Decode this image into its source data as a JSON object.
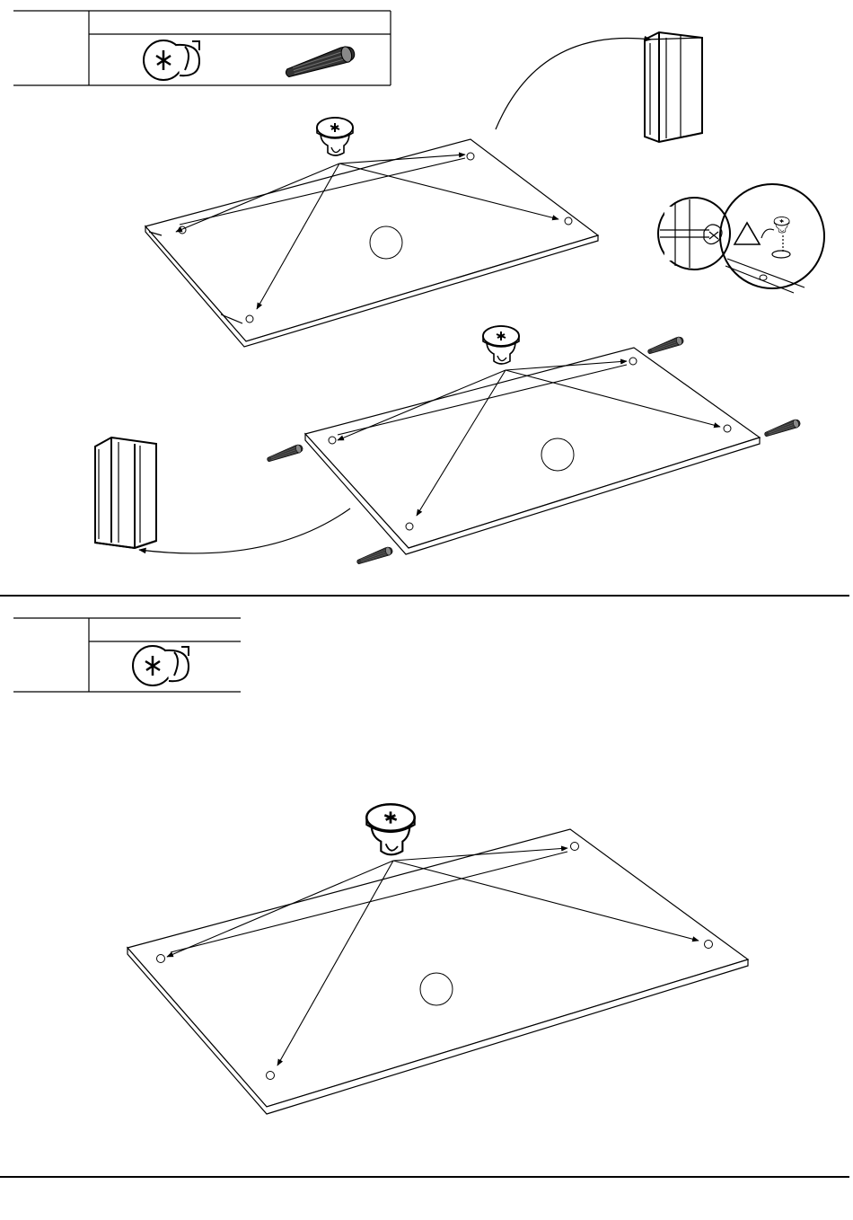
{
  "steps": [
    {
      "parts_table": {
        "rows": 2,
        "items": [
          "cam-lock",
          "wooden-dowel"
        ]
      },
      "panels": [
        "top-panel",
        "bottom-panel"
      ]
    },
    {
      "parts_table": {
        "rows": 2,
        "items": [
          "cam-lock"
        ]
      },
      "panels": [
        "shelf-panel"
      ]
    }
  ],
  "icons": [
    "cam-lock-icon",
    "dowel-icon",
    "warning-triangle-icon",
    "arrow-icon",
    "cabinet-icon"
  ],
  "colors": {
    "line": "#000000",
    "background": "#ffffff",
    "dowel": "#333333"
  }
}
